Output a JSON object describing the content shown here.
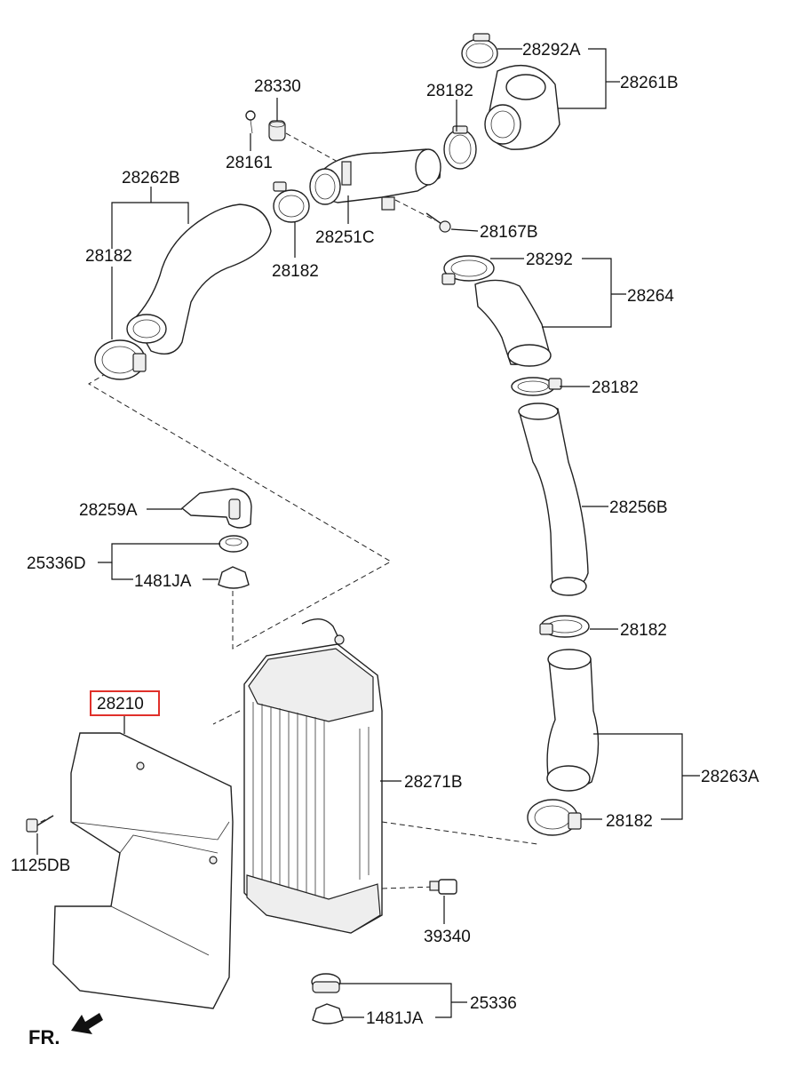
{
  "labels": {
    "p28292A": "28292A",
    "p28261B": "28261B",
    "p28330": "28330",
    "p28182_top": "28182",
    "p28161": "28161",
    "p28262B": "28262B",
    "p28182_left": "28182",
    "p28251C": "28251C",
    "p28182_mid": "28182",
    "p28167B": "28167B",
    "p28292": "28292",
    "p28264": "28264",
    "p28182_r1": "28182",
    "p28259A": "28259A",
    "p28256B": "28256B",
    "p25336D": "25336D",
    "p1481JA_top": "1481JA",
    "p28182_r2": "28182",
    "p28210": "28210",
    "p28271B": "28271B",
    "p28263A": "28263A",
    "p28182_r3": "28182",
    "p1125DB": "1125DB",
    "p39340": "39340",
    "p25336": "25336",
    "p1481JA_bot": "1481JA",
    "front": "FR."
  },
  "highlight": {
    "part": "28210",
    "color": "#e0302a"
  }
}
